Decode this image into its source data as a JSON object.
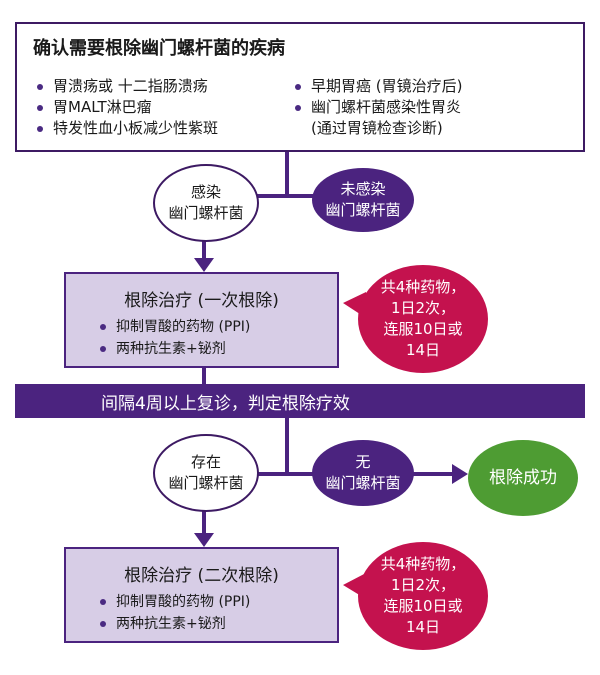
{
  "colors": {
    "dark_purple": "#4b237f",
    "light_purple": "#d7cde6",
    "crimson": "#c4124e",
    "green": "#4e9c33"
  },
  "criteria": {
    "title": "确认需要根除幽门螺杆菌的疾病",
    "left_items": [
      "胃溃疡或 十二指肠溃疡",
      "胃MALT淋巴瘤",
      "特发性血小板减少性紫斑"
    ],
    "right_items": [
      "早期胃癌 (胃镜治疗后)",
      "幽门螺杆菌感染性胃炎\n(通过胃镜检查诊断)"
    ]
  },
  "infected": "感染\n幽门螺杆菌",
  "not_infected": "未感染\n幽门螺杆菌",
  "treatment_1": {
    "title": "根除治疗 (一次根除)",
    "items": [
      "抑制胃酸的药物 (PPI)",
      "两种抗生素+铋剂"
    ]
  },
  "regimen_1": "共4种药物，\n1日2次，\n连服10日或\n14日",
  "recheck": "间隔4周以上复诊，判定根除疗效",
  "present": "存在\n幽门螺杆菌",
  "absent": "无\n幽门螺杆菌",
  "success": "根除成功",
  "treatment_2": {
    "title": "根除治疗 (二次根除)",
    "items": [
      "抑制胃酸的药物 (PPI)",
      "两种抗生素+铋剂"
    ]
  },
  "regimen_2": "共4种药物，\n1日2次，\n连服10日或\n14日"
}
